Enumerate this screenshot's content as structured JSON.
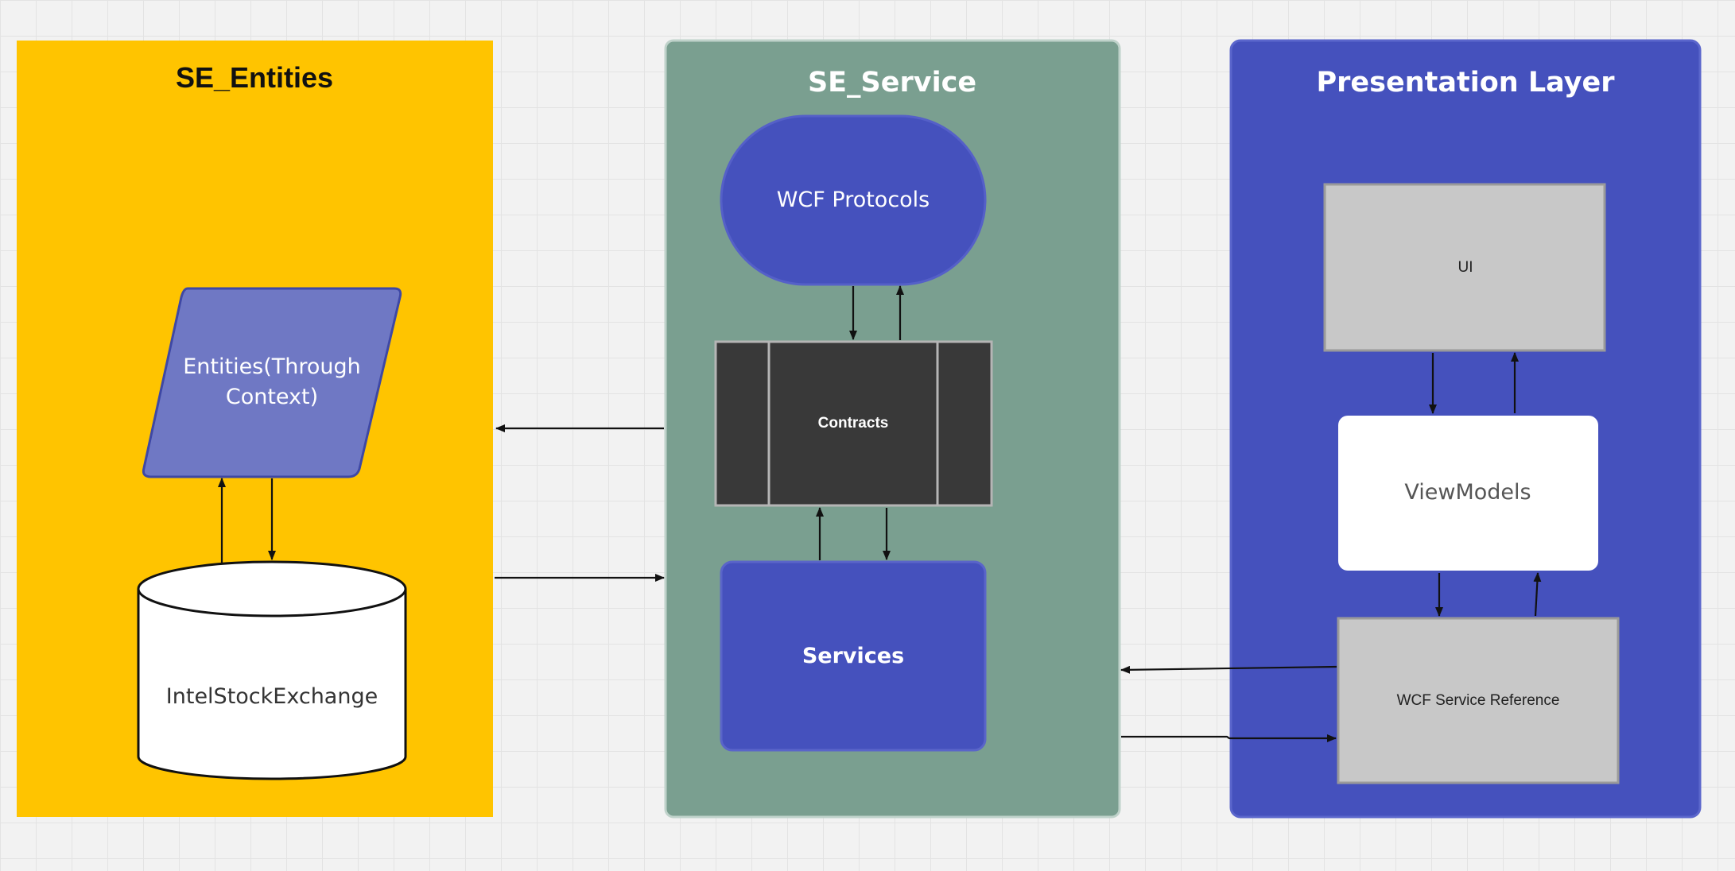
{
  "colors": {
    "canvas": "#f2f2f2",
    "entities_panel": "#ffc400",
    "service_panel": "#7a9f90",
    "presentation_panel": "#4551bd",
    "shape_blue": "#4551bd",
    "shape_lavender": "#6f78c4",
    "contracts": "#393939",
    "reference_gray": "#c8c8c8",
    "white": "#ffffff"
  },
  "panels": {
    "entities": {
      "title": "SE_Entities"
    },
    "service": {
      "title": "SE_Service"
    },
    "presentation": {
      "title": "Presentation Layer"
    }
  },
  "nodes": {
    "entities_context": {
      "line1": "Entities(Through",
      "line2": "Context)",
      "icon": "parallelogram-icon"
    },
    "database": {
      "label": "IntelStockExchange",
      "icon": "database-cylinder-icon"
    },
    "wcf_protocols": {
      "label": "WCF Protocols"
    },
    "contracts": {
      "label": "Contracts"
    },
    "services": {
      "label": "Services"
    },
    "ui": {
      "label": "UI"
    },
    "viewmodels": {
      "label": "ViewModels"
    },
    "wcf_reference": {
      "label": "WCF Service Reference"
    }
  }
}
